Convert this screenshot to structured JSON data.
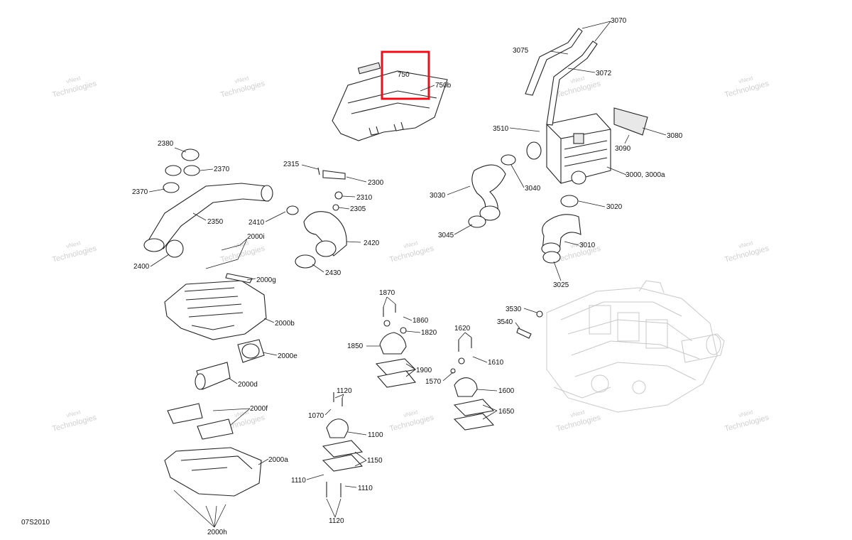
{
  "diagram_code": "07S2010",
  "highlight_color": "#e0141e",
  "watermark": {
    "line1": "vNext",
    "line2": "Technologies"
  },
  "labels": {
    "l3070": "3070",
    "l3075": "3075",
    "l3072": "3072",
    "l3510": "3510",
    "l3080": "3080",
    "l3090": "3090",
    "l3000": "3000, 3000a",
    "l3040": "3040",
    "l3030": "3030",
    "l3020": "3020",
    "l3045": "3045",
    "l3010": "3010",
    "l3025": "3025",
    "l750a": "750",
    "l750b": "750b",
    "l2380": "2380",
    "l2370a": "2370",
    "l2370b": "2370",
    "l2350": "2350",
    "l2400": "2400",
    "l2410": "2410",
    "l2315": "2315",
    "l2300": "2300",
    "l2310": "2310",
    "l2305": "2305",
    "l2420": "2420",
    "l2430": "2430",
    "l2000i": "2000i",
    "l2000g": "2000g",
    "l2000b": "2000b",
    "l2000e": "2000e",
    "l2000d": "2000d",
    "l2000f": "2000f",
    "l2000a": "2000a",
    "l2000h": "2000h",
    "l1870": "1870",
    "l1860": "1860",
    "l1820": "1820",
    "l1850": "1850",
    "l1900": "1900",
    "l1620": "1620",
    "l1610": "1610",
    "l1570": "1570",
    "l1600": "1600",
    "l1650": "1650",
    "l3530": "3530",
    "l3540": "3540",
    "l1120a": "1120",
    "l1070": "1070",
    "l1100": "1100",
    "l1150": "1150",
    "l1110a": "1110",
    "l1110b": "1110",
    "l1120b": "1120"
  }
}
